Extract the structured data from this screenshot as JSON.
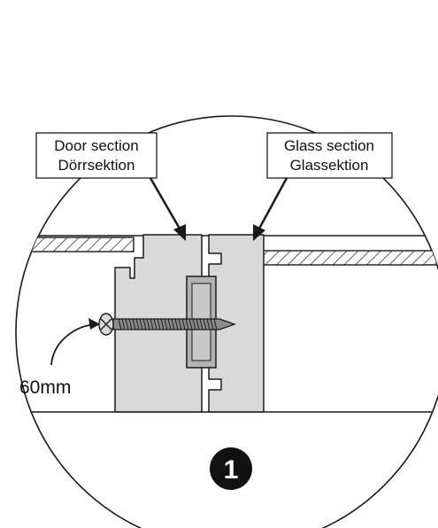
{
  "callouts": {
    "door": {
      "line1": "Door section",
      "line2": "Dörrsektion"
    },
    "glass": {
      "line1": "Glass section",
      "line2": "Glassektion"
    }
  },
  "dimension": {
    "screw_length": "60mm"
  },
  "step": {
    "number": "1"
  },
  "colors": {
    "profile_fill": "#d9d9d9",
    "bracket_fill": "#b3b3b3",
    "outline": "#1a1a1a",
    "badge": "#111111"
  }
}
